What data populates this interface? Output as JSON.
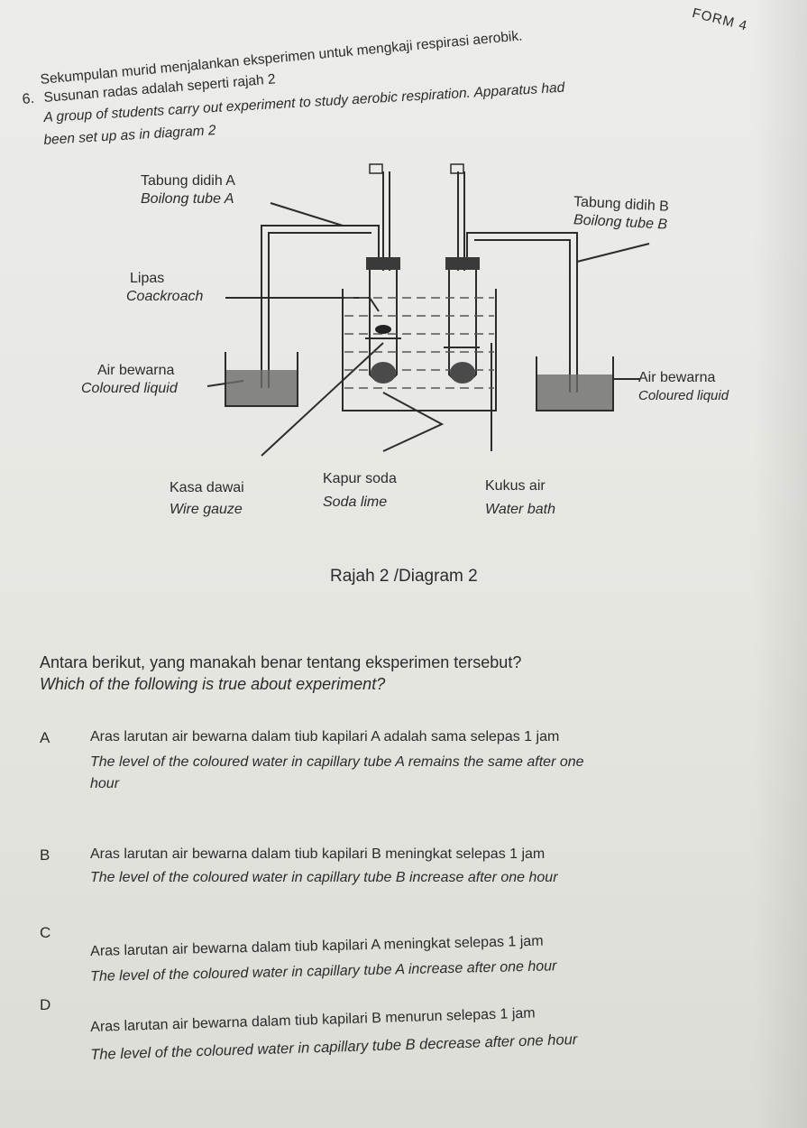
{
  "header": {
    "form_tag": "FORM 4"
  },
  "question": {
    "number": "6.",
    "intro_ms_1": "Sekumpulan murid menjalankan eksperimen untuk mengkaji respirasi aerobik.",
    "intro_ms_2": "Susunan radas adalah seperti rajah 2",
    "intro_en_1": "A group of students carry out experiment to study aerobic respiration. Apparatus had",
    "intro_en_2": "been set up as in diagram 2"
  },
  "diagram": {
    "labels": {
      "boiling_tube_a_ms": "Tabung didih A",
      "boiling_tube_a_en": "Boilong tube A",
      "boiling_tube_b_ms": "Tabung didih B",
      "boiling_tube_b_en": "Boilong tube B",
      "cockroach_ms": "Lipas",
      "cockroach_en": "Coackroach",
      "coloured_liquid_left_ms": "Air bewarna",
      "coloured_liquid_left_en": "Coloured liquid",
      "coloured_liquid_right_ms": "Air bewarna",
      "coloured_liquid_right_en": "Coloured liquid",
      "wire_gauze_ms": "Kasa dawai",
      "wire_gauze_en": "Wire gauze",
      "soda_lime_ms": "Kapur soda",
      "soda_lime_en": "Soda lime",
      "water_bath_ms": "Kukus air",
      "water_bath_en": "Water bath"
    },
    "caption": "Rajah 2 /Diagram 2"
  },
  "stem": {
    "ms": "Antara berikut, yang manakah benar tentang eksperimen tersebut?",
    "en": "Which of the following is true about experiment?"
  },
  "options": [
    {
      "letter": "A",
      "ms": "Aras larutan air bewarna dalam tiub kapilari A adalah sama  selepas 1 jam",
      "en_1": "The level of the coloured water in capillary tube A remains the same after one",
      "en_2": "hour"
    },
    {
      "letter": "B",
      "ms": "Aras larutan air bewarna dalam tiub kapilari B meningkat selepas 1 jam",
      "en_1": "The level of the coloured water in capillary tube B increase after one hour"
    },
    {
      "letter": "C",
      "ms": "Aras larutan air bewarna dalam tiub kapilari A meningkat selepas 1 jam",
      "en_1": "The level of the coloured water in capillary tube A increase after one hour"
    },
    {
      "letter": "D",
      "ms": "Aras larutan air bewarna dalam tiub kapilari B menurun selepas 1 jam",
      "en_1": "The level of the coloured water in capillary tube B decrease after one hour"
    }
  ]
}
